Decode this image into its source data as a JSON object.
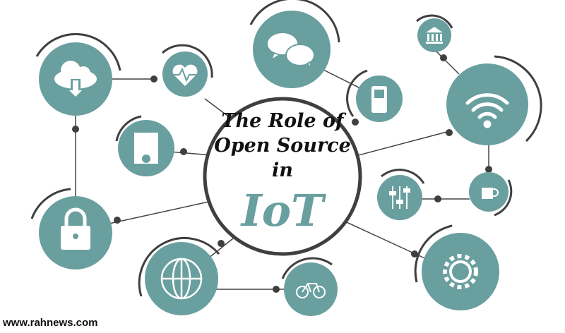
{
  "title": {
    "line1": "The Role of",
    "line2": "Open Source",
    "line3": "in",
    "line4": "IoT"
  },
  "watermark": "www.rahnews.com",
  "colors": {
    "teal": "#6a9f9f",
    "ring": "#3f3f3f",
    "line": "#444444"
  },
  "nodes": [
    "cloud-download-icon",
    "heart-rate-icon",
    "chat-bubbles-icon",
    "mobile-phone-icon",
    "bank-icon",
    "wifi-icon",
    "certificate-icon",
    "sliders-icon",
    "coffee-cup-icon",
    "lock-icon",
    "globe-icon",
    "bicycle-icon",
    "gear-icon"
  ]
}
